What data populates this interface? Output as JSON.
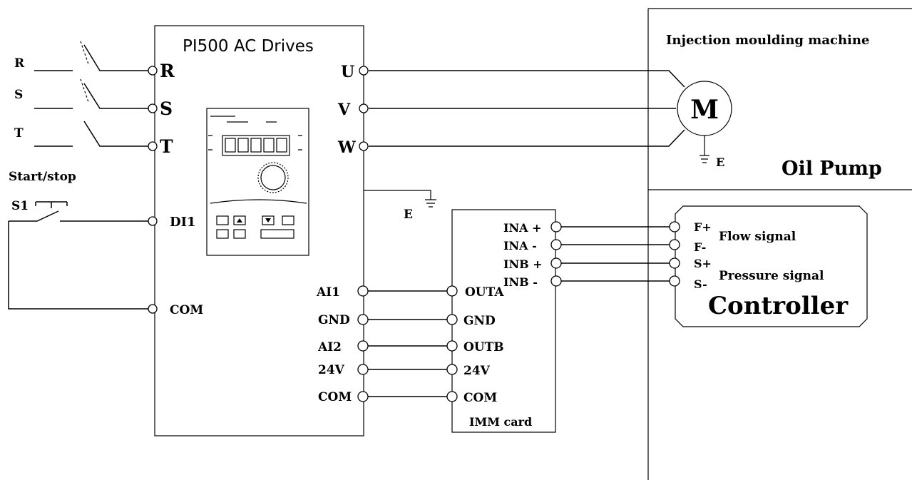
{
  "drive": {
    "title": "PI500 AC Drives",
    "inputs": [
      "R",
      "S",
      "T"
    ],
    "outputs": [
      "U",
      "V",
      "W"
    ],
    "di": "DI1",
    "com": "COM",
    "ground": "E",
    "analog_terminals": [
      "AI1",
      "GND",
      "AI2",
      "24V",
      "COM"
    ]
  },
  "supply": {
    "phases": [
      "R",
      "S",
      "T"
    ]
  },
  "switch": {
    "caption": "Start/stop",
    "name": "S1"
  },
  "imm_card": {
    "title": "IMM card",
    "left_terminals": [
      "OUTA",
      "GND",
      "OUTB",
      "24V",
      "COM"
    ],
    "right_terminals": [
      "INA +",
      "INA -",
      "INB +",
      "INB -"
    ]
  },
  "machine": {
    "title": "Injection moulding machine",
    "motor": "M",
    "motor_ground": "E",
    "pump": "Oil Pump"
  },
  "controller": {
    "title": "Controller",
    "terminals": [
      "F+",
      "F-",
      "S+",
      "S-"
    ],
    "flow_label": "Flow signal",
    "pressure_label": "Pressure signal"
  }
}
